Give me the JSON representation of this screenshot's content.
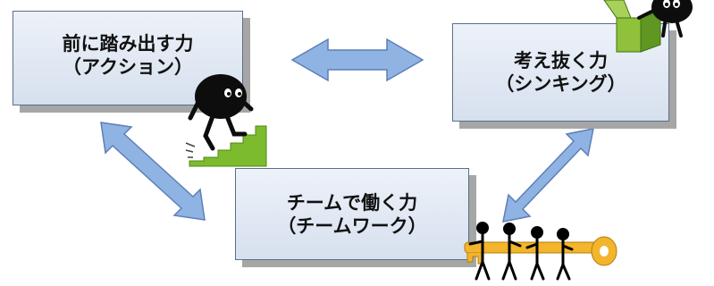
{
  "boxes": {
    "action": {
      "line1": "前に踏み出す力",
      "line2": "（アクション）"
    },
    "thinking": {
      "line1": "考え抜く力",
      "line2": "（シンキング）"
    },
    "teamwork": {
      "line1": "チームで働く力",
      "line2": "（チームワーク）"
    }
  },
  "colors": {
    "box_fill_top": "#edf2f9",
    "box_fill_bottom": "#d6e0ee",
    "box_border": "#5a6e88",
    "shadow": "#a6a6a6",
    "arrow_fill": "#8fb3e3",
    "arrow_stroke": "#5d7fb6",
    "stairs": "#7cbb2e",
    "key": "#f2b52b"
  },
  "icons": [
    "double-arrow-icon",
    "stick-figure-climbing-stairs-icon",
    "stick-figure-in-box-icon",
    "team-carrying-key-icon"
  ]
}
